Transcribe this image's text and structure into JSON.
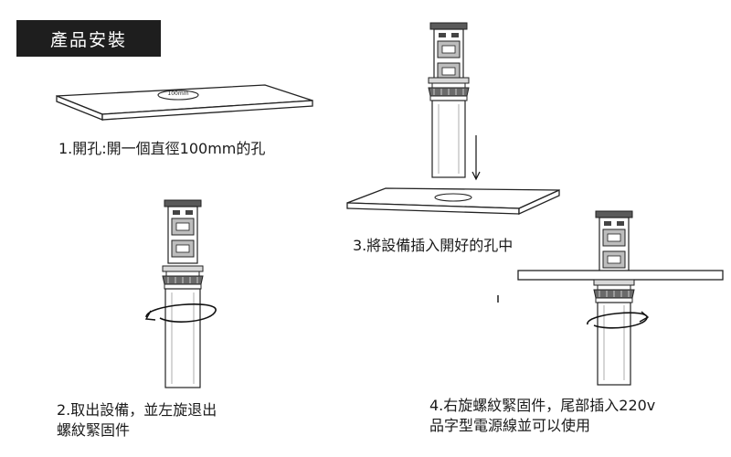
{
  "header": {
    "title": "產品安裝"
  },
  "steps": [
    {
      "caption": "1.開孔:開一個直徑100mm的孔",
      "hole_label": "100mm"
    },
    {
      "caption_line1": "2.取出設備，並左旋退出",
      "caption_line2": "螺紋緊固件"
    },
    {
      "caption": "3.將設備插入開好的孔中"
    },
    {
      "caption_line1": "4.右旋螺紋緊固件，尾部插入220v",
      "caption_line2": "品字型電源線並可以使用"
    }
  ]
}
